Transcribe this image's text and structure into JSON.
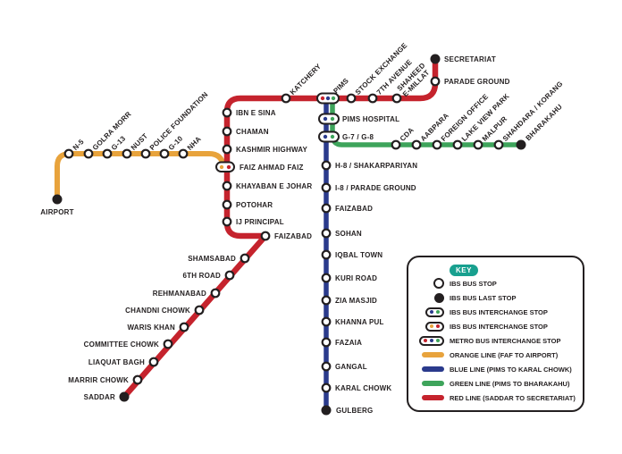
{
  "map": {
    "colors": {
      "red": "#C5232D",
      "orange": "#E8A33C",
      "blue": "#2A3A8C",
      "green": "#3EA45B",
      "ink": "#231F20",
      "key_badge": "#18A08F"
    },
    "lines": {
      "orange": {
        "stations": [
          {
            "name": "AIRPORT",
            "type": "last"
          },
          {
            "name": "N-5",
            "type": "stop"
          },
          {
            "name": "GOLRA MORR",
            "type": "stop"
          },
          {
            "name": "G-13",
            "type": "stop"
          },
          {
            "name": "NUST",
            "type": "stop"
          },
          {
            "name": "POLICE FOUNDATION",
            "type": "stop"
          },
          {
            "name": "G-10",
            "type": "stop"
          },
          {
            "name": "NHA",
            "type": "stop"
          }
        ]
      },
      "red": {
        "stations": [
          {
            "name": "SADDAR",
            "type": "last"
          },
          {
            "name": "MARRIR CHOWK",
            "type": "stop"
          },
          {
            "name": "LIAQUAT BAGH",
            "type": "stop"
          },
          {
            "name": "COMMITTEE CHOWK",
            "type": "stop"
          },
          {
            "name": "WARIS KHAN",
            "type": "stop"
          },
          {
            "name": "CHANDNI CHOWK",
            "type": "stop"
          },
          {
            "name": "REHMANABAD",
            "type": "stop"
          },
          {
            "name": "6TH ROAD",
            "type": "stop"
          },
          {
            "name": "SHAMSABAD",
            "type": "stop"
          },
          {
            "name": "FAIZABAD",
            "type": "stop"
          },
          {
            "name": "IJ PRINCIPAL",
            "type": "stop"
          },
          {
            "name": "POTOHAR",
            "type": "stop"
          },
          {
            "name": "KHAYABAN E JOHAR",
            "type": "stop"
          },
          {
            "name": "FAIZ AHMAD FAIZ",
            "type": "interchange",
            "dots": [
              "orange",
              "red"
            ]
          },
          {
            "name": "KASHMIR HIGHWAY",
            "type": "stop"
          },
          {
            "name": "CHAMAN",
            "type": "stop"
          },
          {
            "name": "IBN E SINA",
            "type": "stop"
          },
          {
            "name": "KATCHERY",
            "type": "stop"
          },
          {
            "name": "PIMS",
            "type": "interchange",
            "dots": [
              "red",
              "blue",
              "green"
            ]
          },
          {
            "name": "STOCK EXCHANGE",
            "type": "stop"
          },
          {
            "name": "7TH AVENUE",
            "type": "stop"
          },
          {
            "name": "SHAHEED E-MILLAT",
            "line1": "SHAHEED",
            "line2": "E-MILLAT",
            "type": "stop"
          },
          {
            "name": "PARADE GROUND",
            "type": "stop"
          },
          {
            "name": "SECRETARIAT",
            "type": "last"
          }
        ]
      },
      "blue": {
        "stations": [
          {
            "name": "PIMS HOSPITAL",
            "type": "interchange",
            "dots": [
              "blue",
              "green"
            ]
          },
          {
            "name": "G-7 / G-8",
            "type": "interchange",
            "dots": [
              "blue",
              "green"
            ]
          },
          {
            "name": "H-8 / SHAKARPARIYAN",
            "type": "stop"
          },
          {
            "name": "I-8 / PARADE GROUND",
            "type": "stop"
          },
          {
            "name": "FAIZABAD",
            "type": "stop"
          },
          {
            "name": "SOHAN",
            "type": "stop"
          },
          {
            "name": "IQBAL TOWN",
            "type": "stop"
          },
          {
            "name": "KURI ROAD",
            "type": "stop"
          },
          {
            "name": "ZIA MASJID",
            "type": "stop"
          },
          {
            "name": "KHANNA PUL",
            "type": "stop"
          },
          {
            "name": "FAZAIA",
            "type": "stop"
          },
          {
            "name": "GANGAL",
            "type": "stop"
          },
          {
            "name": "KARAL CHOWK",
            "type": "stop"
          },
          {
            "name": "GULBERG",
            "type": "last"
          }
        ]
      },
      "green": {
        "stations": [
          {
            "name": "CDA",
            "type": "stop"
          },
          {
            "name": "AABPARA",
            "type": "stop"
          },
          {
            "name": "FOREIGN OFFICE",
            "type": "stop"
          },
          {
            "name": "LAKE VIEW PARK",
            "type": "stop"
          },
          {
            "name": "MALPUR",
            "type": "stop"
          },
          {
            "name": "SHAHDARA / KORANG",
            "type": "stop"
          },
          {
            "name": "BHARAKAHU",
            "type": "last"
          }
        ]
      }
    }
  },
  "legend": {
    "title": "KEY",
    "items": [
      {
        "label": "IBS BUS STOP",
        "marker": "stop"
      },
      {
        "label": "IBS BUS LAST STOP",
        "marker": "last-stop"
      },
      {
        "label": "IBS BUS INTERCHANGE STOP",
        "marker": "interchange-blue-green"
      },
      {
        "label": "IBS BUS INTERCHANGE STOP",
        "marker": "interchange-orange-red"
      },
      {
        "label": "METRO BUS INTERCHANGE STOP",
        "marker": "interchange-red-blue-green"
      },
      {
        "label": "ORANGE LINE (FAF TO AIRPORT)",
        "marker": "orange-line"
      },
      {
        "label": "BLUE LINE (PIMS TO KARAL CHOWK)",
        "marker": "blue-line"
      },
      {
        "label": "GREEN LINE (PIMS TO BHARAKAHU)",
        "marker": "green-line"
      },
      {
        "label": "RED LINE (SADDAR TO SECRETARIAT)",
        "marker": "red-line"
      }
    ]
  }
}
